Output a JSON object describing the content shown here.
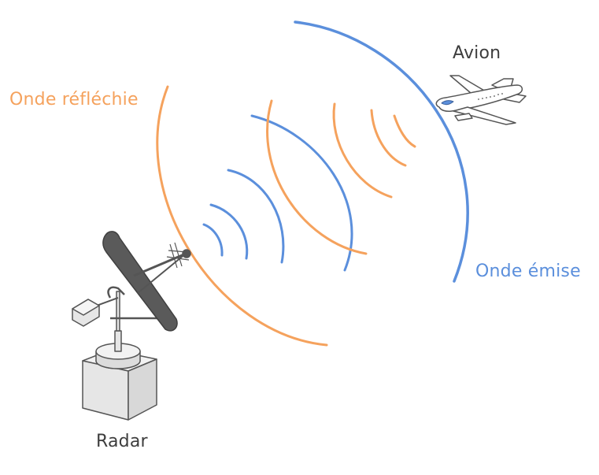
{
  "labels": {
    "airplane": "Avion",
    "reflected_wave": "Onde réfléchie",
    "emitted_wave": "Onde émise",
    "radar": "Radar"
  },
  "colors": {
    "emitted": "#5b8fdc",
    "reflected": "#f5a25d",
    "text": "#3d3d3d",
    "radar_body": "#e6e6e6",
    "radar_dish": "#555555",
    "outline": "#555555"
  },
  "icons": [
    "radar-icon",
    "airplane-icon"
  ]
}
